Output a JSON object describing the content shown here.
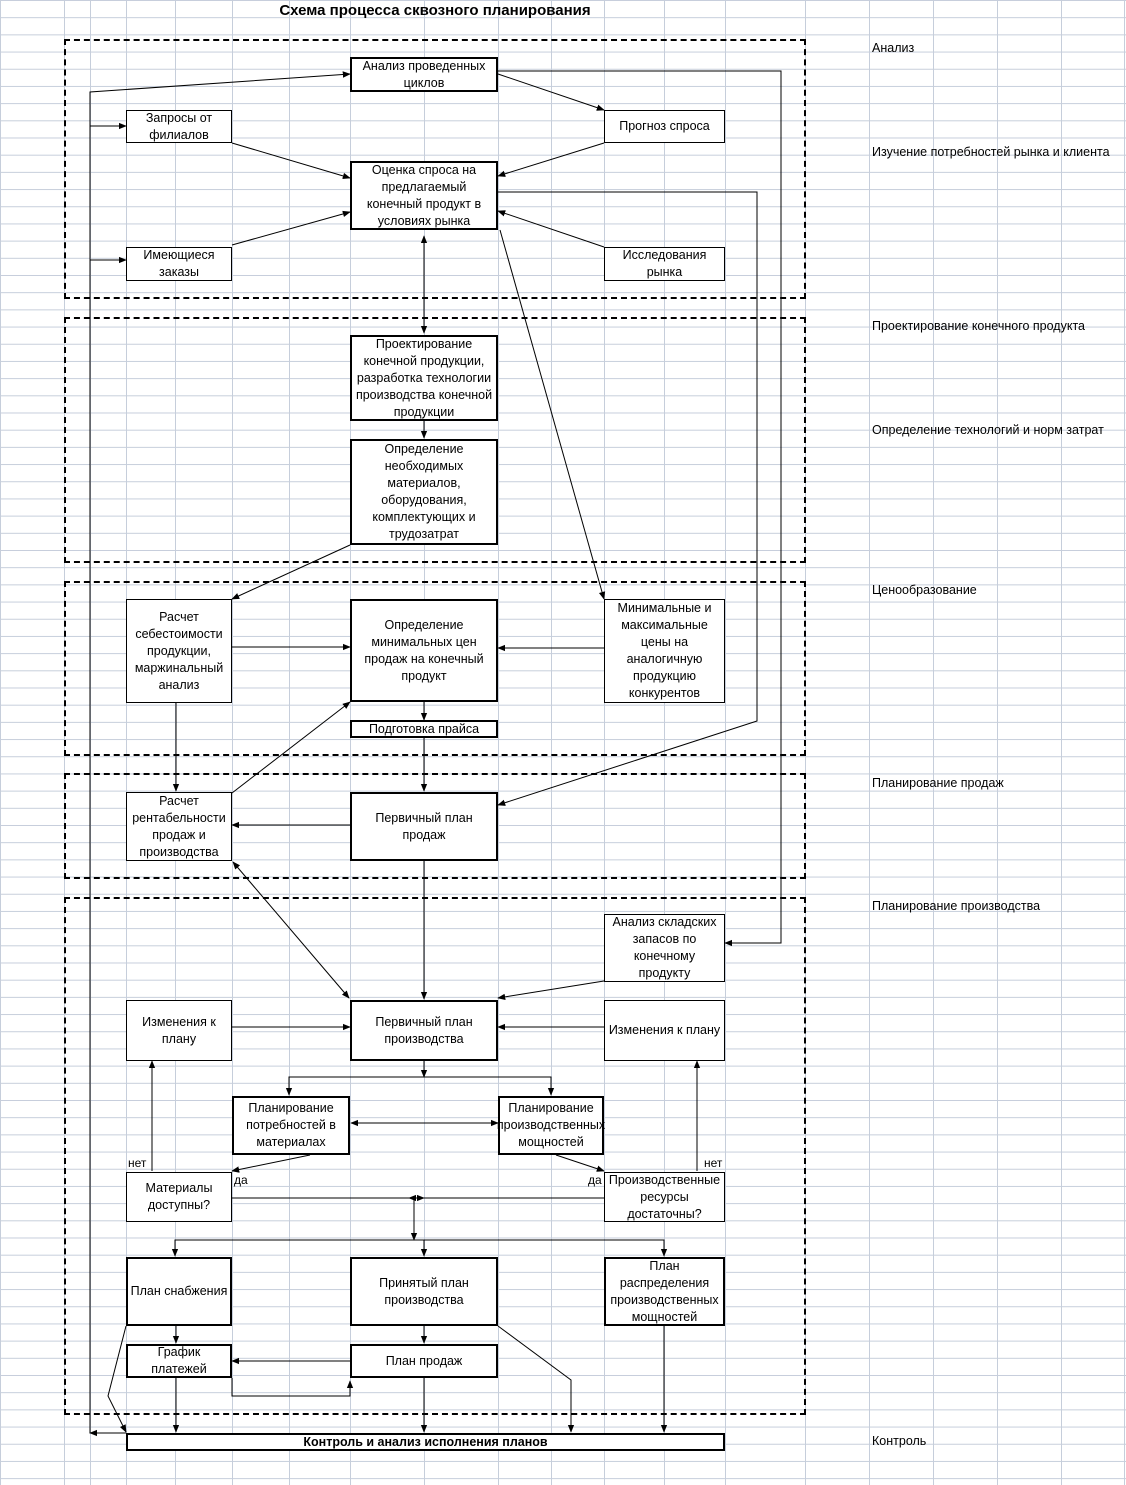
{
  "title": "Схема процесса сквозного планирования",
  "stages": {
    "analysis": "Анализ",
    "market": "Изучение потребностей рынка и клиента",
    "design": "Проектирование конечного продукта",
    "tech": "Определение технологий и норм затрат",
    "pricing": "Ценообразование",
    "sales_planning": "Планирование продаж",
    "production_planning": "Планирование производства",
    "control": "Контроль"
  },
  "boxes": {
    "analysis_cycles": "Анализ проведенных циклов",
    "branch_requests": "Запросы от филиалов",
    "demand_forecast": "Прогноз спроса",
    "demand_evaluation": "Оценка спроса на предлагаемый конечный продукт в условиях рынка",
    "existing_orders": "Имеющиеся заказы",
    "market_research": "Исследования рынка",
    "product_design": "Проектирование конечной продукции, разработка технологии производства конечной продукции",
    "materials_definition": "Определение необходимых материалов, оборудования, комплектующих и трудозатрат",
    "cost_calc": "Расчет себестоимости продукции, маржинальный анализ",
    "min_price": "Определение минимальных цен продаж на конечный продукт",
    "competitor_prices": "Минимальные и максимальные цены на аналогичную продукцию конкурентов",
    "price_list": "Подготовка прайса",
    "profitability": "Расчет рентабельности продаж и производства",
    "primary_sales_plan": "Первичный план продаж",
    "stock_analysis": "Анализ складских запасов по конечному продукту",
    "changes_left": "Изменения к плану",
    "primary_production_plan": "Первичный план производства",
    "changes_right": "Изменения к плану",
    "materials_planning": "Планирование потребностей в материалах",
    "capacity_planning": "Планирование производственных мощностей",
    "materials_available": "Материалы доступны?",
    "resources_sufficient": "Производственные ресурсы достаточны?",
    "supply_plan": "План снабжения",
    "accepted_plan": "Принятый план производства",
    "capacity_distribution": "План распределения производственных мощностей",
    "payment_schedule": "График платежей",
    "sales_plan": "План продаж",
    "control_analysis": "Контроль и анализ исполнения планов"
  },
  "labels": {
    "no_left": "нет",
    "yes_left": "да",
    "no_right": "нет",
    "yes_right": "да"
  }
}
